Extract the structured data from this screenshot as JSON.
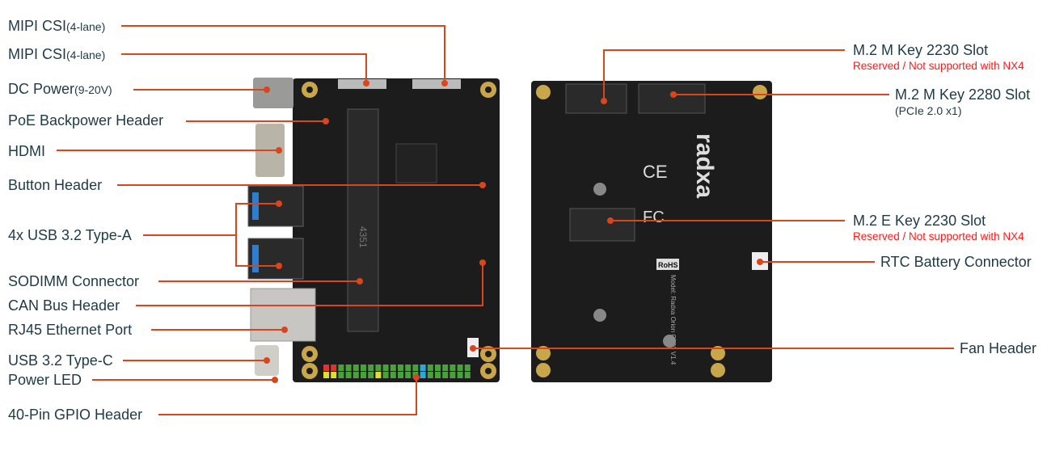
{
  "colors": {
    "leader": "#d9461c",
    "text": "#1e3a46",
    "warning": "#ff1a1a",
    "pcb": "#1c1c1c"
  },
  "left_labels": {
    "mipi1": {
      "main": "MIPI CSI",
      "sub": "(4-lane)"
    },
    "mipi2": {
      "main": "MIPI CSI",
      "sub": "(4-lane)"
    },
    "dc": {
      "main": "DC Power",
      "sub": "(9-20V)"
    },
    "poe": "PoE Backpower Header",
    "hdmi": "HDMI",
    "button": "Button Header",
    "usba": "4x USB 3.2 Type-A",
    "sodimm": "SODIMM Connector",
    "can": "CAN Bus Header",
    "rj45": "RJ45 Ethernet Port",
    "usbc": "USB 3.2 Type-C",
    "led": "Power LED",
    "gpio": "40-Pin GPIO Header"
  },
  "right_labels": {
    "m2_2230": {
      "main": "M.2 M Key 2230 Slot",
      "note": "Reserved / Not supported with NX4"
    },
    "m2_2280": {
      "main": "M.2 M Key 2280 Slot",
      "sub": "(PCIe 2.0 x1)"
    },
    "e_key": {
      "main": "M.2  E Key 2230 Slot",
      "note": "Reserved / Not supported with NX4"
    },
    "rtc": "RTC Battery Connector",
    "fan": "Fan Header"
  },
  "board_marks": {
    "brand": "radxa",
    "model": "Model: Radxa Orion C200 V1.4",
    "fcc": "FC",
    "ce": "CE",
    "rohs": "RoHS",
    "sodimm_code": "4351"
  }
}
